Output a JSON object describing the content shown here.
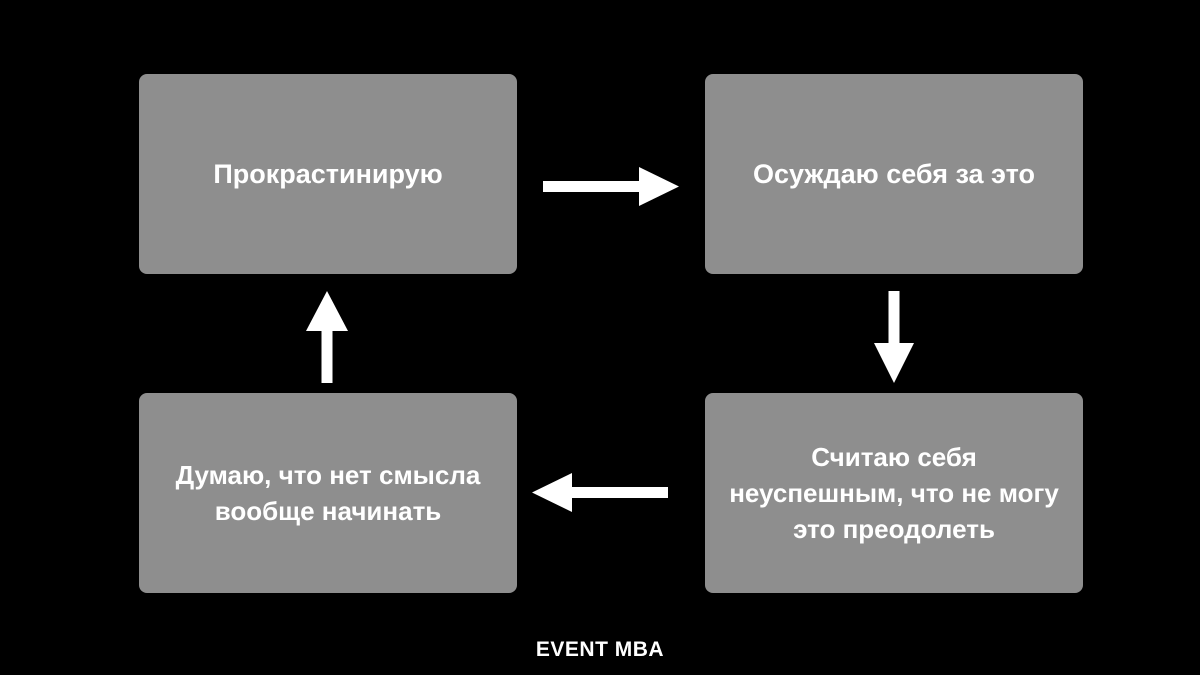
{
  "diagram": {
    "nodes": [
      {
        "id": "top-left",
        "label": "Прокрастинирую"
      },
      {
        "id": "top-right",
        "label": "Осуждаю себя за это"
      },
      {
        "id": "bottom-right",
        "label": "Считаю себя неуспешным, что не могу это преодолеть"
      },
      {
        "id": "bottom-left",
        "label": "Думаю, что нет смысла вообще начинать"
      }
    ],
    "edges": [
      {
        "from": "top-left",
        "to": "top-right"
      },
      {
        "from": "top-right",
        "to": "bottom-right"
      },
      {
        "from": "bottom-right",
        "to": "bottom-left"
      },
      {
        "from": "bottom-left",
        "to": "top-left"
      }
    ]
  },
  "footer": {
    "brand": "EVENT MBA"
  },
  "colors": {
    "background": "#000000",
    "box": "#8e8e8e",
    "text": "#ffffff",
    "arrow": "#ffffff"
  }
}
